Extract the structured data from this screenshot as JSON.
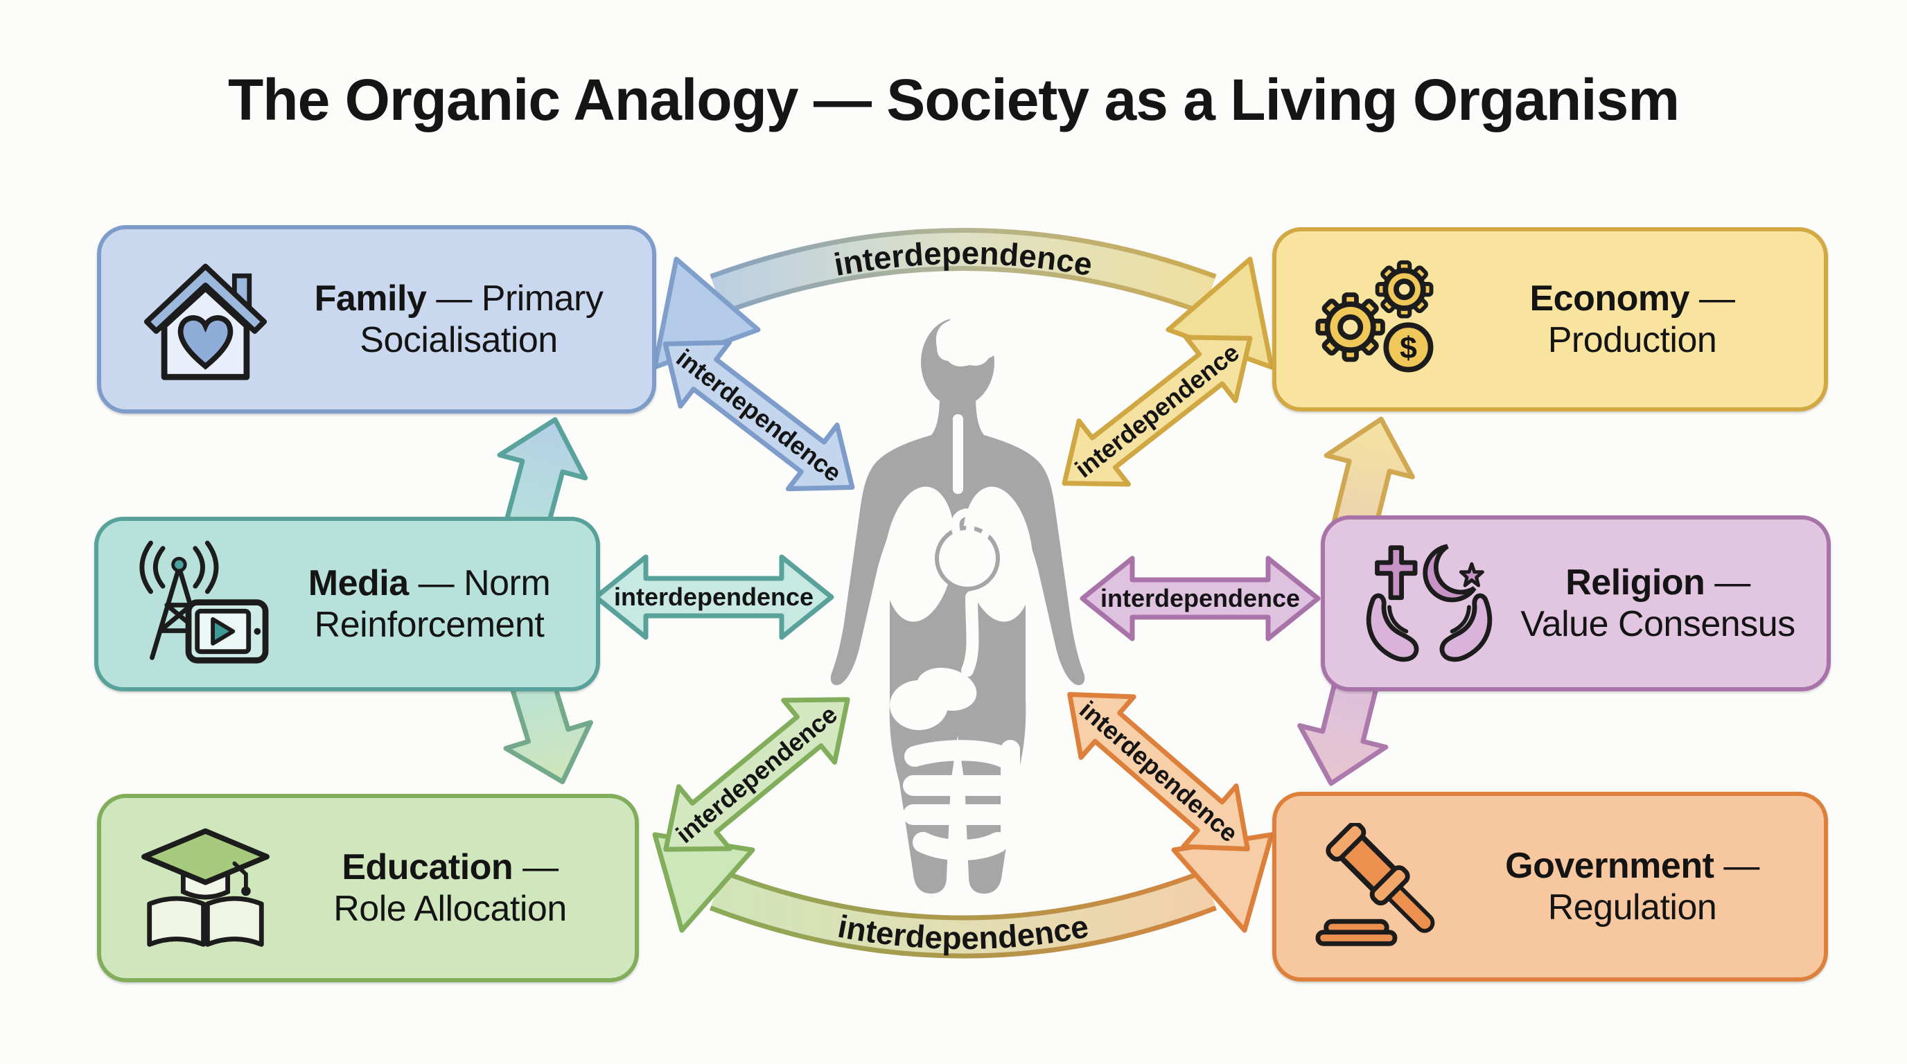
{
  "title": "The Organic Analogy — Society as a Living Organism",
  "arrow_label": "interdependence",
  "institutions": {
    "family": {
      "name": "Family",
      "tail": "— Primary",
      "line2": "Socialisation"
    },
    "economy": {
      "name": "Economy",
      "tail": "—",
      "line2": "Production"
    },
    "media": {
      "name": "Media",
      "tail": "— Norm",
      "line2": "Reinforcement"
    },
    "religion": {
      "name": "Religion",
      "tail": "—",
      "line2": "Value Consensus"
    },
    "education": {
      "name": "Education",
      "tail": "—",
      "line2": "Role Allocation"
    },
    "government": {
      "name": "Government",
      "tail": "—",
      "line2": "Regulation"
    }
  },
  "icons": {
    "family": "house-heart-icon",
    "economy": "gears-dollar-icon",
    "media": "broadcast-tablet-icon",
    "religion": "hands-cross-crescent-icon",
    "education": "gradcap-book-icon",
    "government": "gavel-icon",
    "dollar_sign": "$"
  },
  "colors": {
    "family_fill": "#c9d8ee",
    "family_border": "#7d9cc9",
    "economy_fill": "#f8e49f",
    "economy_border": "#d2a843",
    "media_fill": "#b7e1da",
    "media_border": "#58a29b",
    "religion_fill": "#e1c5e1",
    "religion_border": "#a873a8",
    "education_fill": "#d0e6bd",
    "education_border": "#82ae5c",
    "government_fill": "#f7c89f",
    "government_border": "#dd803b",
    "body_gray": "#a6a6a6",
    "background": "#fcfcfa",
    "label_color": "#141414"
  }
}
